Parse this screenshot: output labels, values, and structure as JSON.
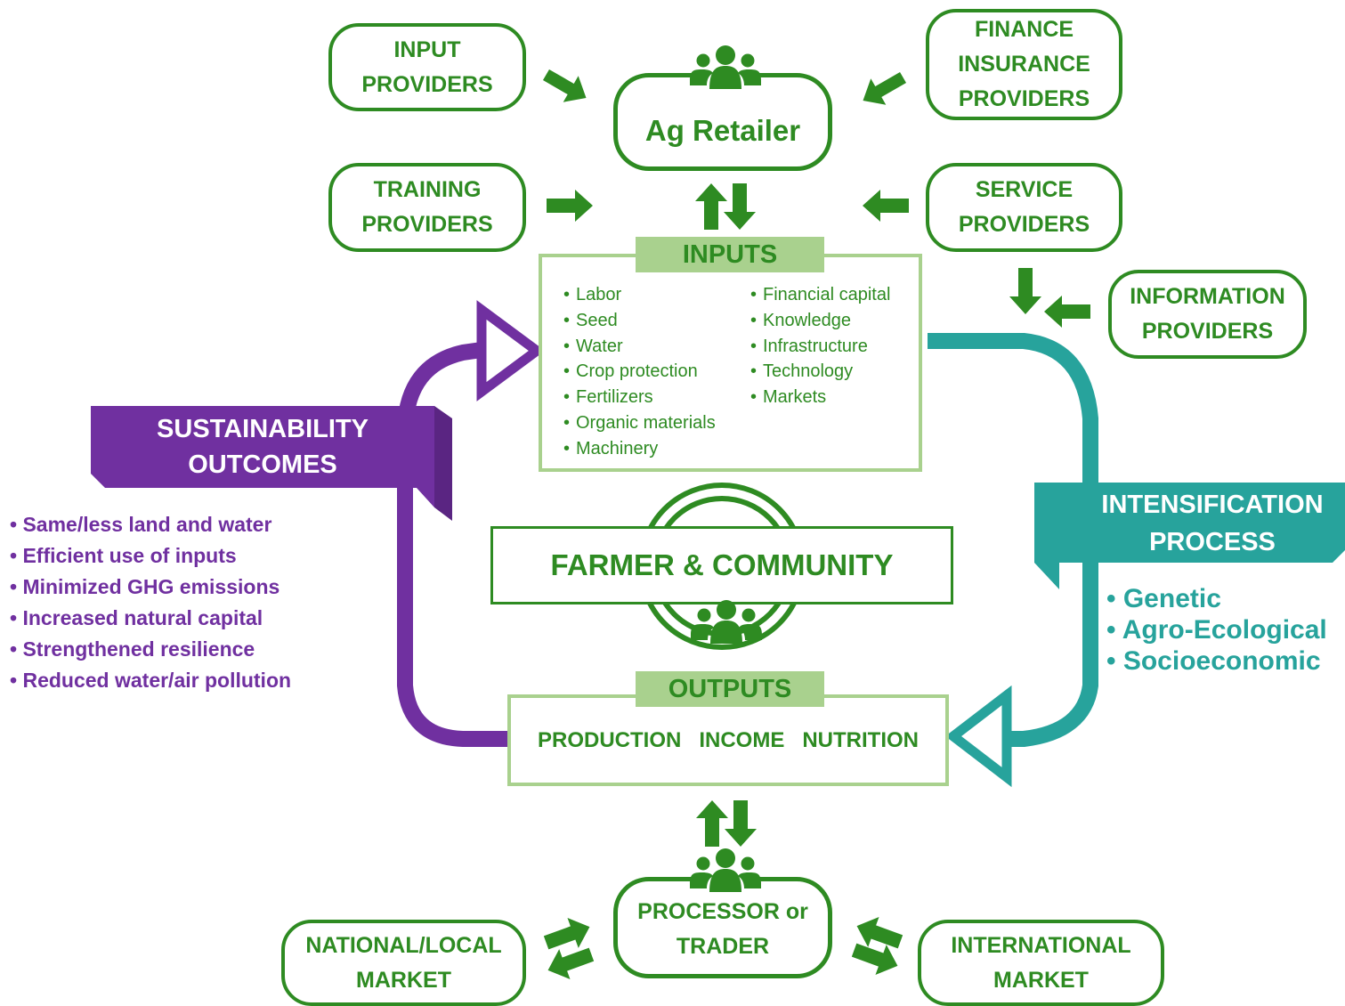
{
  "top_left_boxes": {
    "input_providers": "INPUT\nPROVIDERS",
    "training_providers": "TRAINING\nPROVIDERS"
  },
  "top_right_boxes": {
    "finance_insurance_providers": "FINANCE\nINSURANCE\nPROVIDERS",
    "service_providers": "SERVICE\nPROVIDERS",
    "information_providers": "INFORMATION\nPROVIDERS"
  },
  "ag_retailer": "Ag Retailer",
  "inputs": {
    "header": "INPUTS",
    "left_items": [
      "Labor",
      "Seed",
      "Water",
      "Crop protection",
      "Fertilizers",
      "Organic materials",
      "Machinery"
    ],
    "right_items": [
      "Financial capital",
      "Knowledge",
      "Infrastructure",
      "Technology",
      "Markets"
    ]
  },
  "farmer_community": "FARMER & COMMUNITY",
  "outputs": {
    "header": "OUTPUTS",
    "items": [
      "PRODUCTION",
      "INCOME",
      "NUTRITION"
    ]
  },
  "sustainability": {
    "title_line1": "SUSTAINABILITY",
    "title_line2": "OUTCOMES",
    "items": [
      "Same/less land and water",
      "Efficient use of inputs",
      "Minimized GHG emissions",
      "Increased natural capital",
      "Strengthened resilience",
      "Reduced water/air pollution"
    ]
  },
  "intensification": {
    "title_line1": "INTENSIFICATION",
    "title_line2": "PROCESS",
    "items": [
      "Genetic",
      "Agro-Ecological",
      "Socioeconomic"
    ]
  },
  "processor_trader": "PROCESSOR or\nTRADER",
  "markets": {
    "national_local": "NATIONAL/LOCAL\nMARKET",
    "international": "INTERNATIONAL\nMARKET"
  },
  "colors": {
    "green": "#2e8b22",
    "light_green": "#a9d18e",
    "purple": "#7030a0",
    "teal": "#27a39c"
  },
  "icons": [
    "people-group-icon",
    "arrow-icon"
  ]
}
